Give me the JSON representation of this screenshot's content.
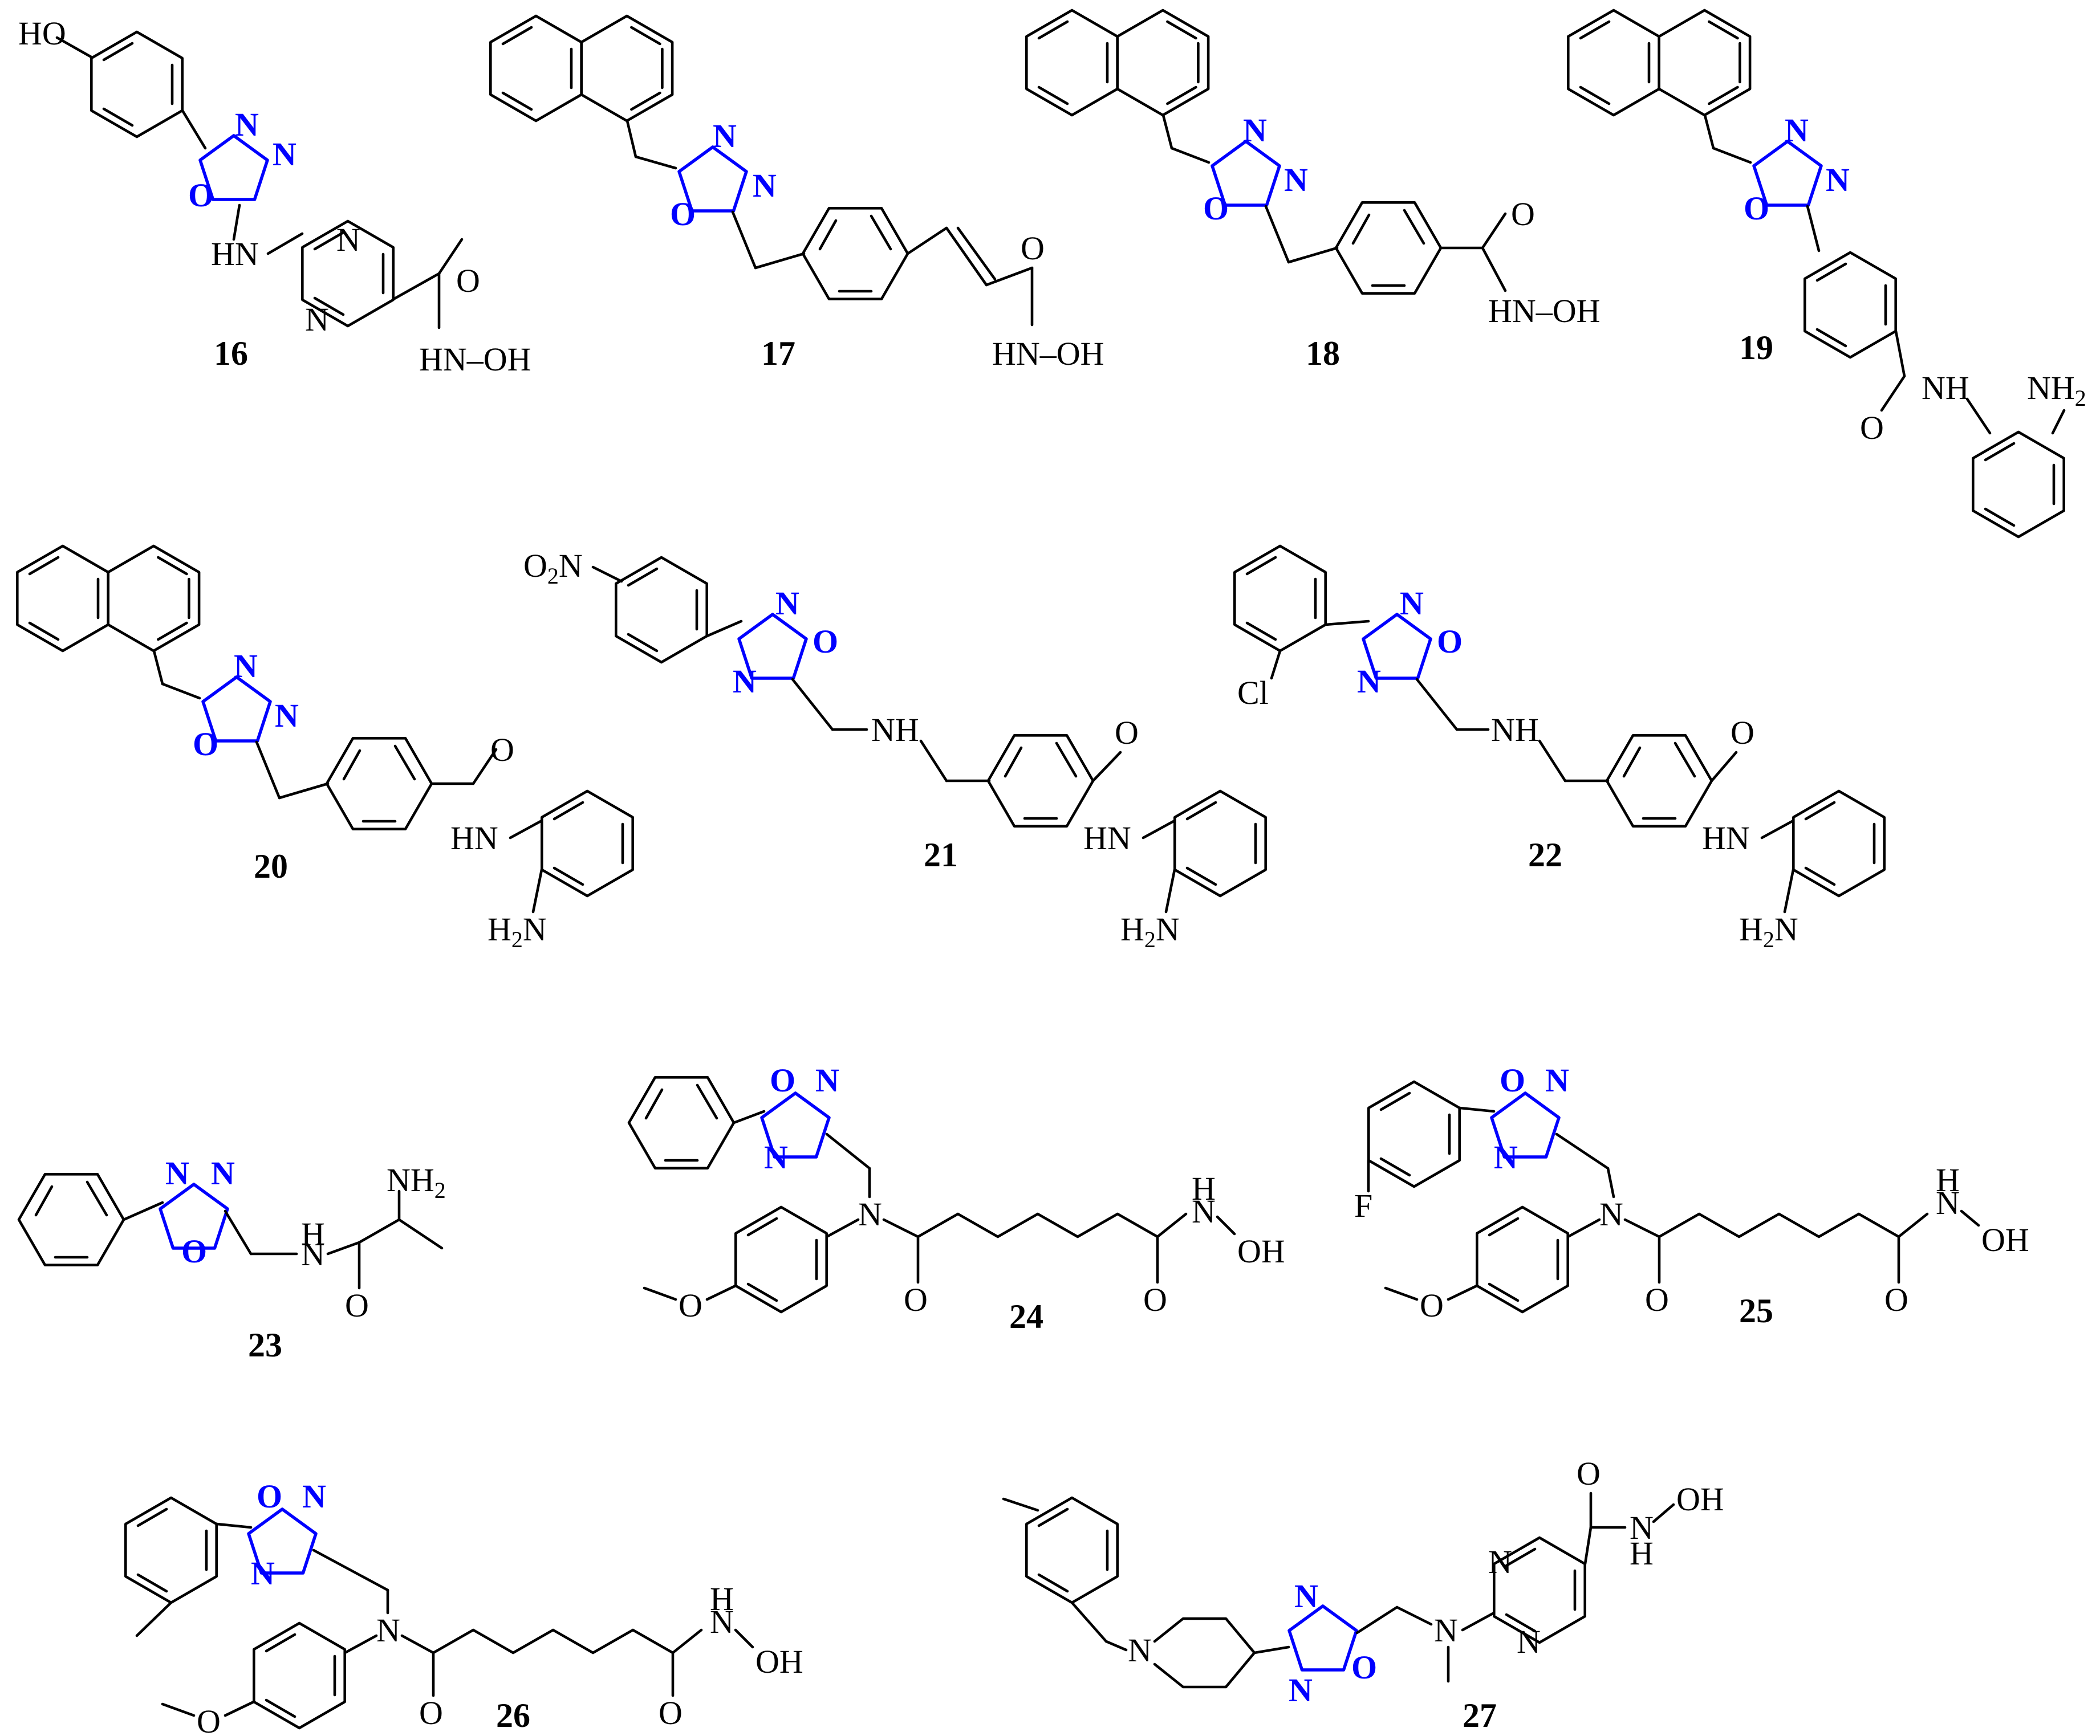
{
  "compounds": [
    {
      "id": "16"
    },
    {
      "id": "17"
    },
    {
      "id": "18"
    },
    {
      "id": "19"
    },
    {
      "id": "20"
    },
    {
      "id": "21"
    },
    {
      "id": "22"
    },
    {
      "id": "23"
    },
    {
      "id": "24"
    },
    {
      "id": "25"
    },
    {
      "id": "26"
    },
    {
      "id": "27"
    }
  ],
  "atoms": {
    "hydroxy": "HO",
    "oxygen": "O",
    "nitrogen": "N",
    "amine_nh": "NH",
    "amine_hn": "HN",
    "hydroxamate": "HN–OH",
    "hydroxyl": "OH",
    "hydrogen": "H",
    "amino": "NH",
    "amino_sub": "2",
    "amino_left": "H",
    "amino_left_n": "N",
    "nitro": "O",
    "nitro_sub": "2",
    "nitro_n": "N",
    "chloro": "Cl",
    "fluoro": "F"
  },
  "colors": {
    "bond": "#000000",
    "heterocycle": "#0000ff"
  }
}
